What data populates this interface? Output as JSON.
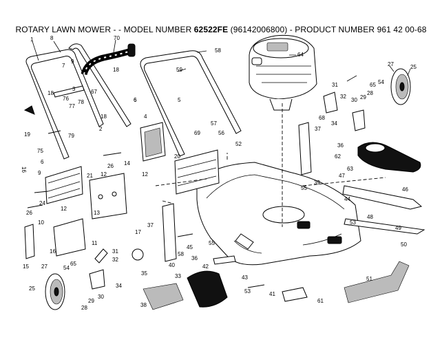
{
  "title": {
    "prefix": "ROTARY LAWN MOWER - - MODEL NUMBER",
    "model": "62522FE",
    "suffix": "(96142006800) - PRODUCT NUMBER 961 42 00-68"
  },
  "callouts": [
    {
      "id": "c-1",
      "text": "1"
    },
    {
      "id": "c-8",
      "text": "8"
    },
    {
      "id": "c-7",
      "text": "7"
    },
    {
      "id": "c-9a",
      "text": "9"
    },
    {
      "id": "c-3",
      "text": "3"
    },
    {
      "id": "c-70",
      "text": "70"
    },
    {
      "id": "c-18a",
      "text": "18"
    },
    {
      "id": "c-67",
      "text": "67"
    },
    {
      "id": "c-18b",
      "text": "18"
    },
    {
      "id": "c-76",
      "text": "76"
    },
    {
      "id": "c-77",
      "text": "77"
    },
    {
      "id": "c-78",
      "text": "78"
    },
    {
      "id": "c-19",
      "text": "19"
    },
    {
      "id": "c-18c",
      "text": "18"
    },
    {
      "id": "c-2",
      "text": "2"
    },
    {
      "id": "c-79",
      "text": "79"
    },
    {
      "id": "c-6a",
      "text": "6"
    },
    {
      "id": "c-75",
      "text": "75"
    },
    {
      "id": "c-6b",
      "text": "6"
    },
    {
      "id": "c-16a",
      "text": "16"
    },
    {
      "id": "c-9b",
      "text": "9"
    },
    {
      "id": "c-21",
      "text": "21"
    },
    {
      "id": "c-24",
      "text": "24"
    },
    {
      "id": "c-26a",
      "text": "26"
    },
    {
      "id": "c-12a",
      "text": "12"
    },
    {
      "id": "c-14",
      "text": "14"
    },
    {
      "id": "c-12b",
      "text": "12"
    },
    {
      "id": "c-26b",
      "text": "26"
    },
    {
      "id": "c-12c",
      "text": "12"
    },
    {
      "id": "c-10",
      "text": "10"
    },
    {
      "id": "c-13",
      "text": "13"
    },
    {
      "id": "c-11",
      "text": "11"
    },
    {
      "id": "c-16b",
      "text": "16"
    },
    {
      "id": "c-15",
      "text": "15"
    },
    {
      "id": "c-58a",
      "text": "58"
    },
    {
      "id": "c-59",
      "text": "59"
    },
    {
      "id": "c-5",
      "text": "5"
    },
    {
      "id": "c-6c",
      "text": "6"
    },
    {
      "id": "c-4",
      "text": "4"
    },
    {
      "id": "c-57",
      "text": "57"
    },
    {
      "id": "c-69",
      "text": "69"
    },
    {
      "id": "c-56",
      "text": "56"
    },
    {
      "id": "c-52",
      "text": "52"
    },
    {
      "id": "c-20",
      "text": "20"
    },
    {
      "id": "c-64",
      "text": "64"
    },
    {
      "id": "c-31a",
      "text": "31"
    },
    {
      "id": "c-32a",
      "text": "32"
    },
    {
      "id": "c-68",
      "text": "68"
    },
    {
      "id": "c-37a",
      "text": "37"
    },
    {
      "id": "c-34a",
      "text": "34"
    },
    {
      "id": "c-30a",
      "text": "30"
    },
    {
      "id": "c-29a",
      "text": "29"
    },
    {
      "id": "c-28a",
      "text": "28"
    },
    {
      "id": "c-65a",
      "text": "65"
    },
    {
      "id": "c-54a",
      "text": "54"
    },
    {
      "id": "c-27a",
      "text": "27"
    },
    {
      "id": "c-25a",
      "text": "25"
    },
    {
      "id": "c-36a",
      "text": "36"
    },
    {
      "id": "c-55a",
      "text": "55"
    },
    {
      "id": "c-39",
      "text": "39"
    },
    {
      "id": "c-62",
      "text": "62"
    },
    {
      "id": "c-63",
      "text": "63"
    },
    {
      "id": "c-47",
      "text": "47"
    },
    {
      "id": "c-46",
      "text": "46"
    },
    {
      "id": "c-44",
      "text": "44"
    },
    {
      "id": "c-53a",
      "text": "53"
    },
    {
      "id": "c-48",
      "text": "48"
    },
    {
      "id": "c-49",
      "text": "49"
    },
    {
      "id": "c-50",
      "text": "50"
    },
    {
      "id": "c-17",
      "text": "17"
    },
    {
      "id": "c-37b",
      "text": "37"
    },
    {
      "id": "c-40",
      "text": "40"
    },
    {
      "id": "c-58b",
      "text": "58"
    },
    {
      "id": "c-45",
      "text": "45"
    },
    {
      "id": "c-55b",
      "text": "55"
    },
    {
      "id": "c-36b",
      "text": "36"
    },
    {
      "id": "c-42",
      "text": "42"
    },
    {
      "id": "c-31b",
      "text": "31"
    },
    {
      "id": "c-32b",
      "text": "32"
    },
    {
      "id": "c-34b",
      "text": "34"
    },
    {
      "id": "c-35",
      "text": "35"
    },
    {
      "id": "c-27b",
      "text": "27"
    },
    {
      "id": "c-54b",
      "text": "54"
    },
    {
      "id": "c-65b",
      "text": "65"
    },
    {
      "id": "c-25b",
      "text": "25"
    },
    {
      "id": "c-28b",
      "text": "28"
    },
    {
      "id": "c-29b",
      "text": "29"
    },
    {
      "id": "c-30b",
      "text": "30"
    },
    {
      "id": "c-33",
      "text": "33"
    },
    {
      "id": "c-38",
      "text": "38"
    },
    {
      "id": "c-43",
      "text": "43"
    },
    {
      "id": "c-53b",
      "text": "53"
    },
    {
      "id": "c-41",
      "text": "41"
    },
    {
      "id": "c-61",
      "text": "61"
    },
    {
      "id": "c-51",
      "text": "51"
    }
  ]
}
